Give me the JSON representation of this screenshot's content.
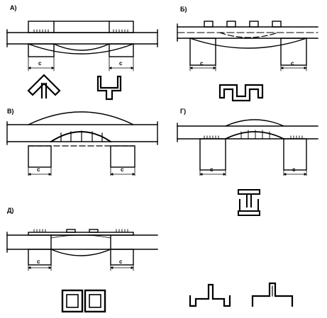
{
  "panels": [
    {
      "id": "a",
      "label": "А)"
    },
    {
      "id": "b",
      "label": "Б)"
    },
    {
      "id": "v",
      "label": "В)"
    },
    {
      "id": "g",
      "label": "Г)"
    },
    {
      "id": "d",
      "label": "Д)"
    }
  ],
  "dimension_label": "с",
  "colors": {
    "ink": "#000000",
    "background": "#ffffff"
  }
}
